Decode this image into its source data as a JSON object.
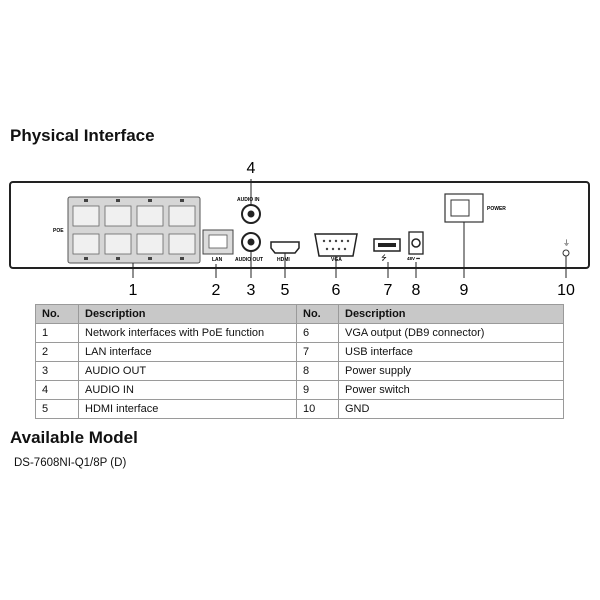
{
  "physical_interface": {
    "title": "Physical Interface",
    "panel_labels": {
      "poe": "POE",
      "audio_in": "AUDIO IN",
      "lan": "LAN",
      "audio_out": "AUDIO OUT",
      "hdmi": "HDMI",
      "vga": "VGA",
      "power": "POWER",
      "dc": "48V ⎓"
    },
    "callouts": [
      "1",
      "2",
      "3",
      "4",
      "5",
      "6",
      "7",
      "8",
      "9",
      "10"
    ]
  },
  "table": {
    "headers": [
      "No.",
      "Description",
      "No.",
      "Description"
    ],
    "rows": [
      [
        "1",
        "Network interfaces with PoE function",
        "6",
        "VGA output (DB9 connector)"
      ],
      [
        "2",
        "LAN interface",
        "7",
        "USB interface"
      ],
      [
        "3",
        "AUDIO OUT",
        "8",
        "Power supply"
      ],
      [
        "4",
        "AUDIO IN",
        "9",
        "Power switch"
      ],
      [
        "5",
        "HDMI interface",
        "10",
        "GND"
      ]
    ]
  },
  "available_model": {
    "title": "Available Model",
    "model": "DS-7608NI-Q1/8P (D)"
  }
}
